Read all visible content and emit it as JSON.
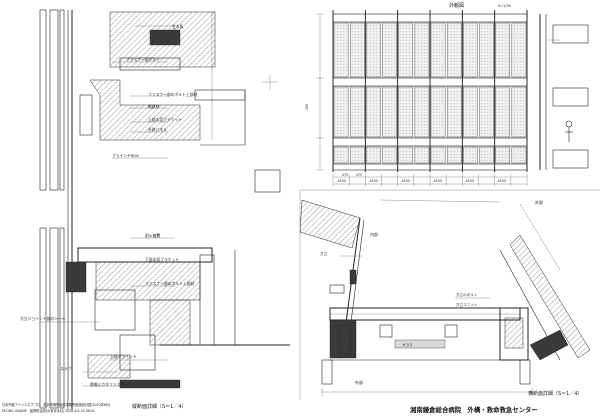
{
  "sheet": {
    "title": "湘南鎌倉総合病院　外構・救命救急センター",
    "scale_note": "S=1/30",
    "footer_line1": "日本外層アトリエビアプロ　設計事務所相談事務所推奨設計図(2020年6月)",
    "footer_line2": "FACING ONLINE　建物総合設計(東京本社) 2020.4.6.10:38:41"
  },
  "views": {
    "elevation_label": "外観図",
    "section_v_label": "縦断面詳細（S＝1／4）",
    "section_h_label": "横断面詳細（S＝1／4）",
    "outer_label_1": "外部",
    "outer_label_2": "外部",
    "inner_label": "内部"
  },
  "annotations": {
    "a1": "笠木板",
    "a2": "ファスナー部ボルト",
    "a3": "ファスナー部のボルト上部材",
    "a4": "断熱材",
    "a5": "上部水切ブラケット",
    "a6": "ブラインドBOX",
    "a7": "外装パネル",
    "a8": "方立",
    "a9": "耐火被覆",
    "a10": "方立ジョイント部のシール",
    "a11": "下部水切ブラケット",
    "a12": "ファスナー部のボルト上部材",
    "a13": "スラブ",
    "a14": "層間ふさぎファスナー",
    "a15": "上部ジョイント",
    "a16": "方立のボルト",
    "a17": "ガラス",
    "a18": "方立ユニット"
  },
  "dimensions": {
    "d1": "1400",
    "d2": "1400",
    "d3": "1400",
    "d4": "1400",
    "d5": "1400",
    "d6": "1400",
    "d7": "475",
    "d8": "475",
    "d9": "250"
  }
}
